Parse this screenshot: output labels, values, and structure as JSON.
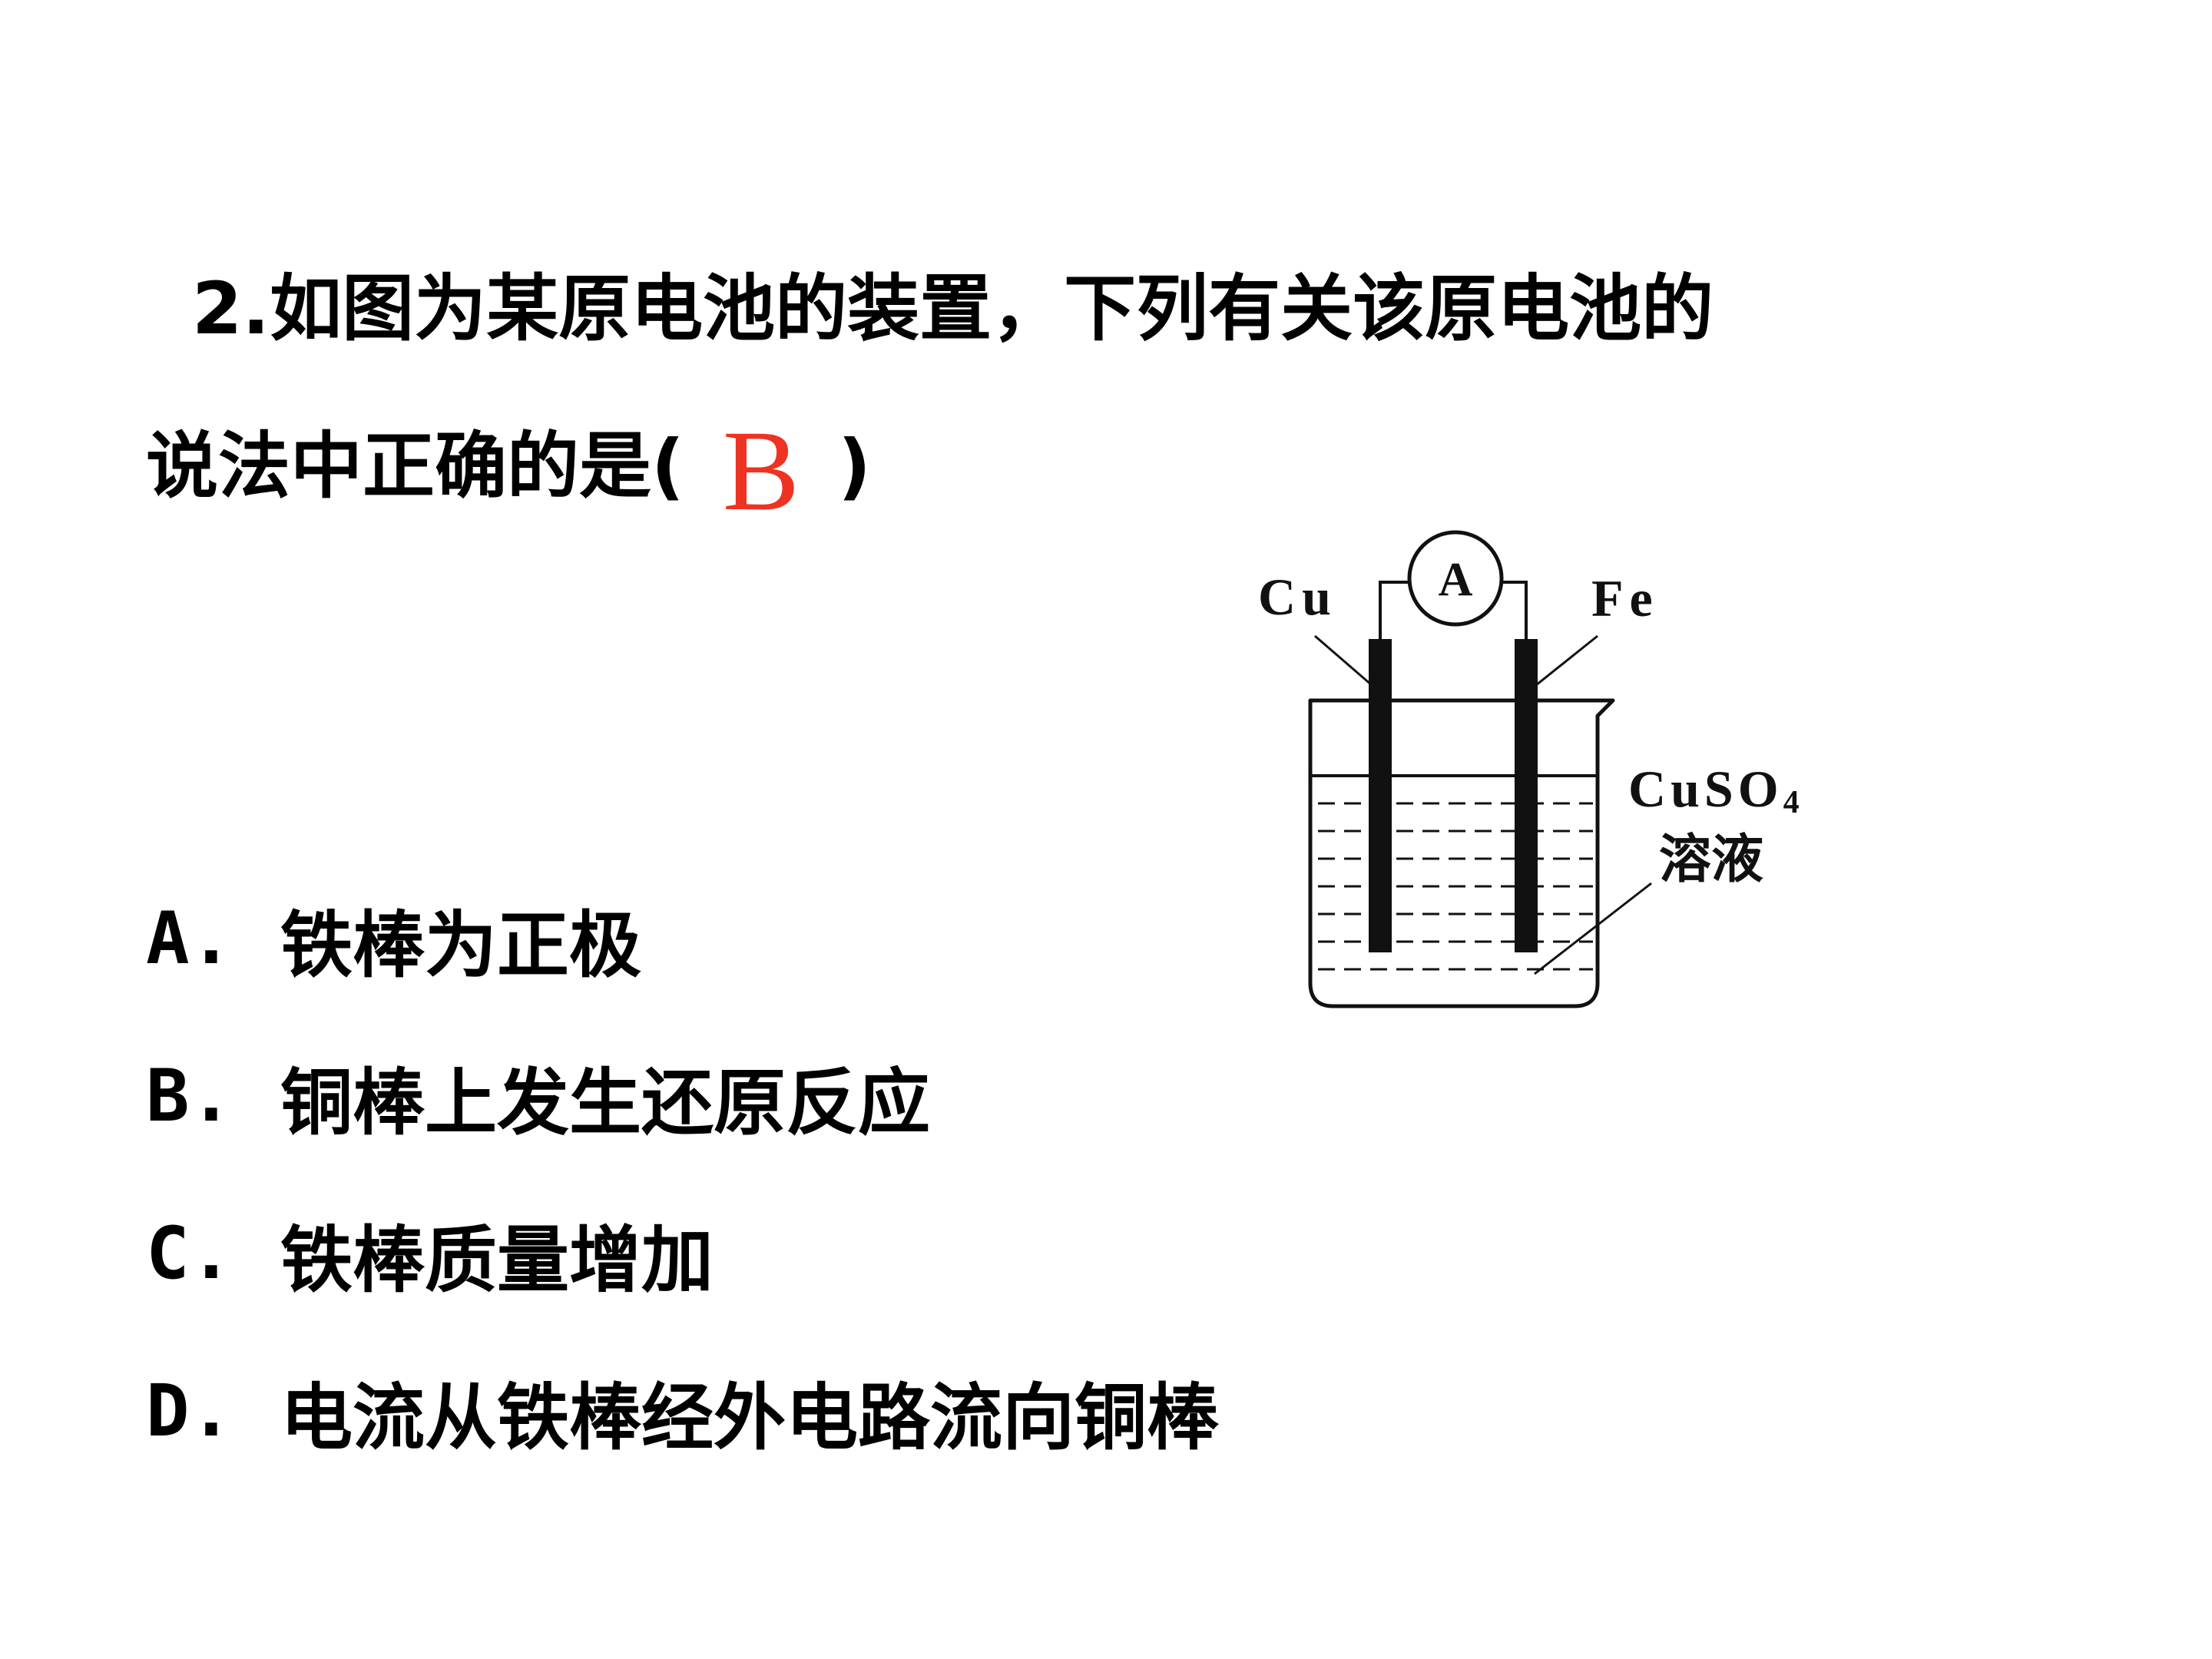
{
  "question": {
    "number": "2.",
    "line1": "如图为某原电池的装置，下列有关该原电池的",
    "line2_start": "说法中正确的是(",
    "answer": "B",
    "line2_end": ")"
  },
  "options": [
    {
      "letter": "A.",
      "text": "铁棒为正极"
    },
    {
      "letter": "B.",
      "text": "铜棒上发生还原反应"
    },
    {
      "letter": "C.",
      "text": "铁棒质量增加"
    },
    {
      "letter": "D.",
      "text": "电流从铁棒经外电路流向铜棒"
    }
  ],
  "figure": {
    "ammeter": "A",
    "left_electrode": "Cu",
    "right_electrode": "Fe",
    "solution_formula": "CuSO",
    "solution_subscript": "4",
    "solution_name": "溶液"
  },
  "colors": {
    "text": "#000000",
    "answer": "#ee3322",
    "background": "#ffffff"
  }
}
